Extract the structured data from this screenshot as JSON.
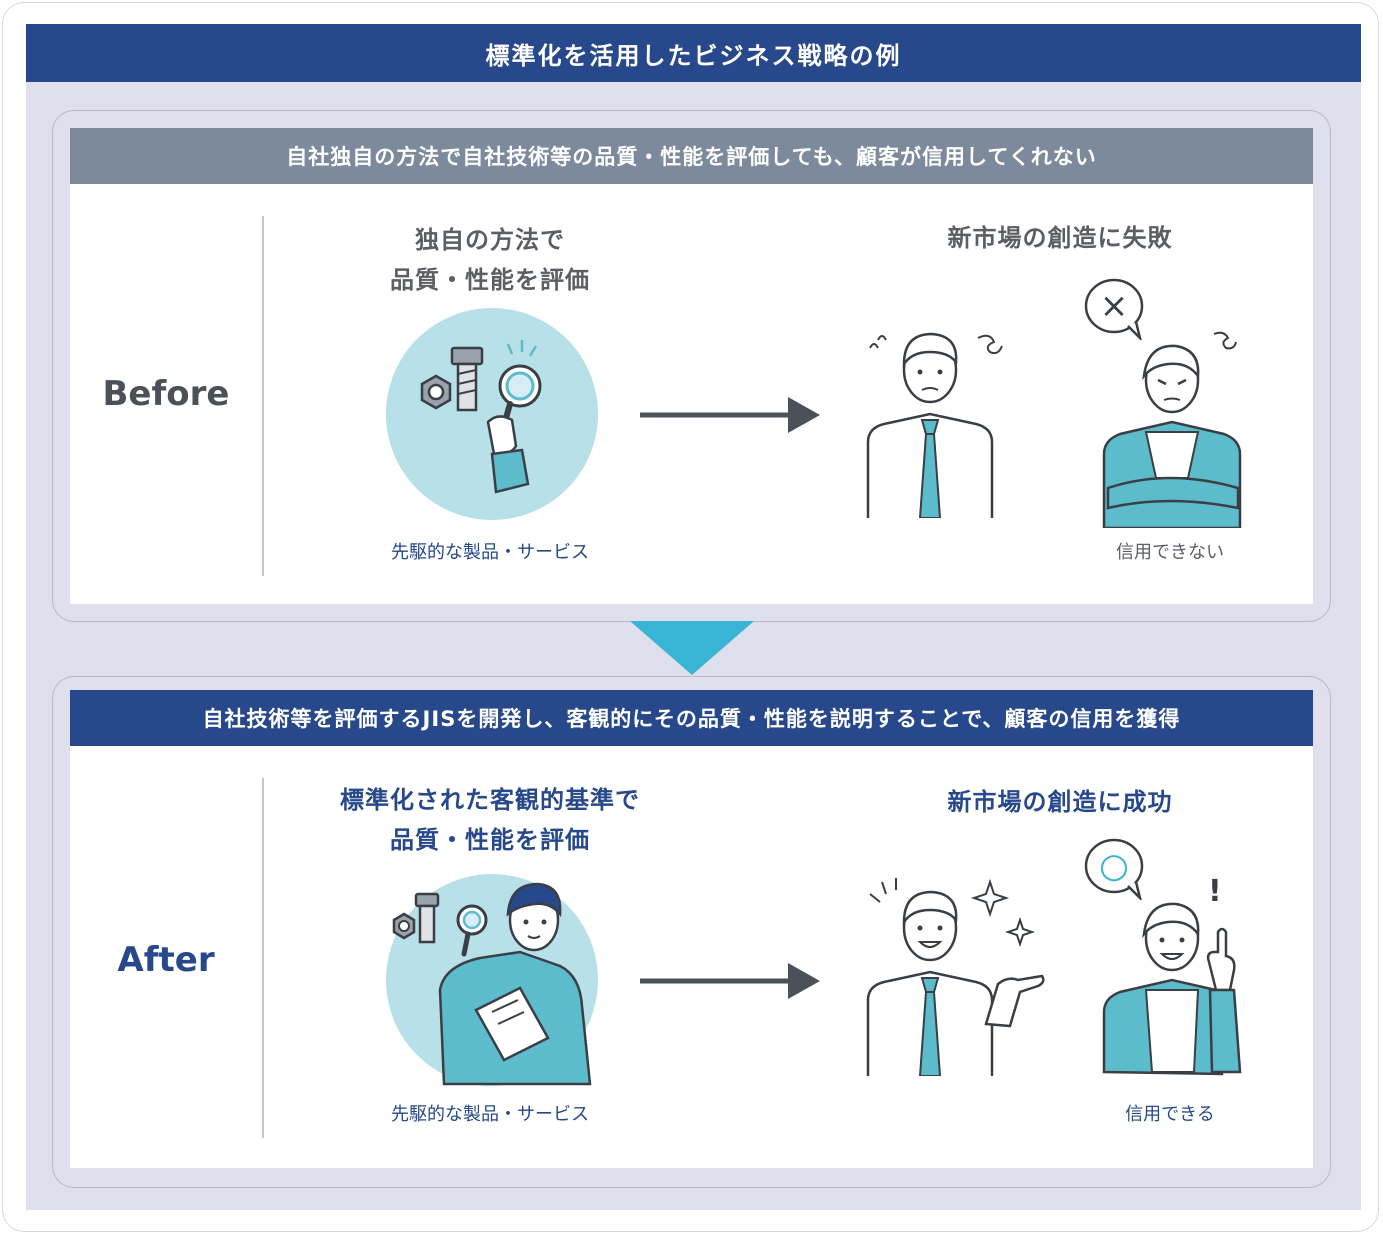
{
  "title": "標準化を活用したビジネス戦略の例",
  "before": {
    "header": "自社独自の方法で自社技術等の品質・性能を評価しても、顧客が信用してくれない",
    "label": "Before",
    "left_heading_line1": "独自の方法で",
    "left_heading_line2": "品質・性能を評価",
    "left_caption": "先駆的な製品・サービス",
    "right_heading": "新市場の創造に失敗",
    "right_caption": "信用できない",
    "bubble_symbol": "×"
  },
  "after": {
    "header": "自社技術等を評価するJISを開発し、客観的にその品質・性能を説明することで、顧客の信用を獲得",
    "label": "After",
    "left_heading_line1": "標準化された客観的基準で",
    "left_heading_line2": "品質・性能を評価",
    "left_caption": "先駆的な製品・サービス",
    "right_heading": "新市場の創造に成功",
    "right_caption": "信用できる",
    "bubble_symbol": "○",
    "exclaim": "!"
  },
  "colors": {
    "navy": "#27488a",
    "slate": "#7c8a9c",
    "teal": "#5cbccb",
    "light_teal_circle": "#b8e0e8",
    "panel_bg": "#dfdfee",
    "arrow_dark": "#4a5158",
    "down_arrow": "#38b4d4"
  },
  "icons": [
    "bolt-icon",
    "nut-icon",
    "magnifier-icon",
    "clipboard-icon",
    "speech-bubble-icon",
    "arrow-right-icon",
    "triangle-down-icon",
    "sparkle-icon"
  ]
}
